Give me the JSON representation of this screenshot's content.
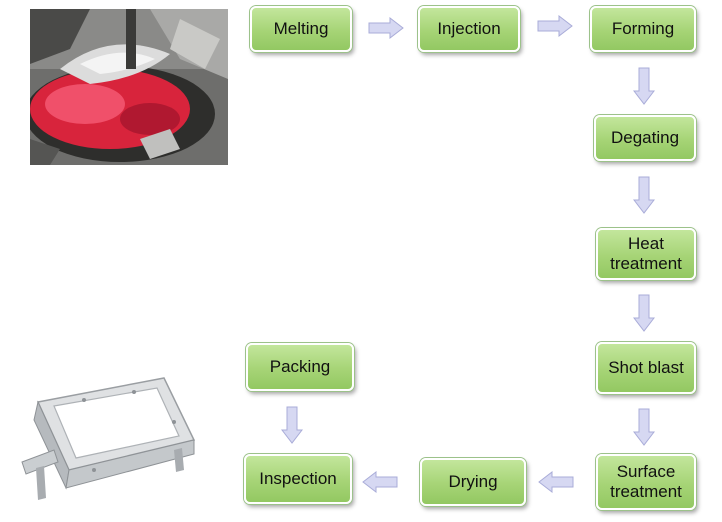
{
  "colors": {
    "node_fill": "#a6d476",
    "arrow_fill": "#d6d8f2",
    "arrow_stroke": "#a9acd8"
  },
  "nodes": {
    "melting": "Melting",
    "injection": "Injection",
    "forming": "Forming",
    "degating": "Degating",
    "heat_treatment": "Heat treatment",
    "shot_blast": "Shot blast",
    "surface_treatment": "Surface treatment",
    "drying": "Drying",
    "inspection": "Inspection",
    "packing": "Packing"
  },
  "images": {
    "top_left": "molten-metal-ladle-photo",
    "bottom_left": "die-cast-aluminum-frame-photo"
  }
}
